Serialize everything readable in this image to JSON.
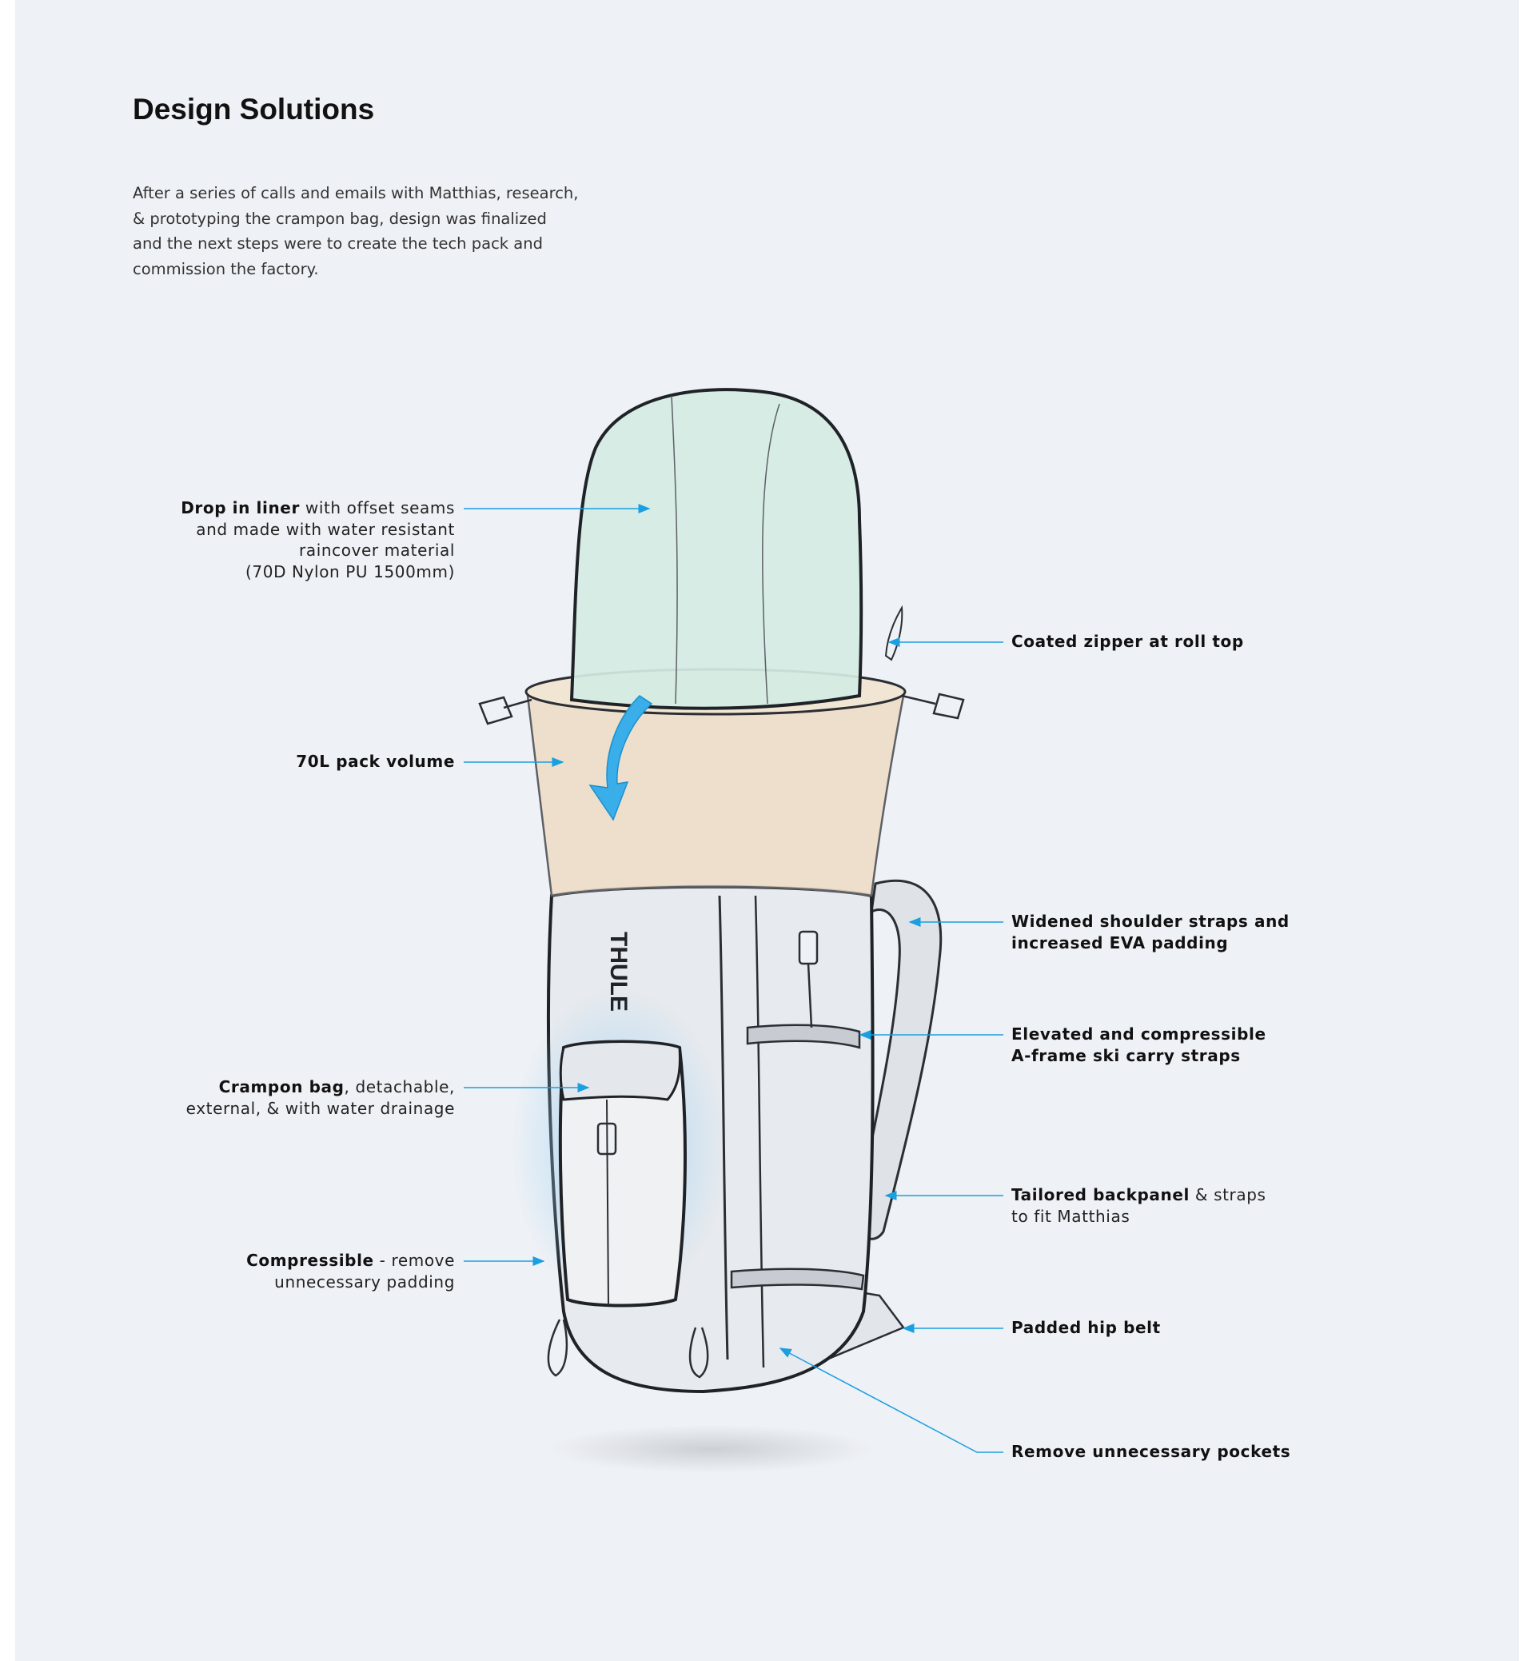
{
  "header": {
    "title": "Design Solutions",
    "intro_lines": [
      "After a series of calls and emails with Matthias, research,",
      "& prototyping the crampon bag, design was finalized",
      "and the next steps were to create the tech pack and",
      "commission the factory."
    ]
  },
  "sketch": {
    "brand_text": "THULE"
  },
  "callouts": {
    "liner": {
      "bold": "Drop in liner",
      "rest": " with offset seams",
      "line2": "and made with water resistant",
      "line3": "raincover material",
      "line4": "(70D Nylon PU 1500mm)"
    },
    "volume": {
      "bold": "70L pack volume"
    },
    "crampon": {
      "bold": "Crampon bag",
      "rest": ", detachable,",
      "line2": "external, & with water drainage"
    },
    "compressible": {
      "bold": "Compressible",
      "rest": " - remove",
      "line2": "unnecessary padding"
    },
    "zipper": {
      "bold": "Coated zipper at roll top"
    },
    "shoulder": {
      "bold": "Widened shoulder straps and",
      "bold2": "increased EVA padding"
    },
    "aframe": {
      "bold": "Elevated and compressible",
      "bold2": "A-frame ski carry straps"
    },
    "backpanel": {
      "bold": "Tailored backpanel",
      "rest": " & straps",
      "line2": "to fit Matthias"
    },
    "hipbelt": {
      "bold": "Padded hip belt"
    },
    "pockets": {
      "bold": "Remove unnecessary pockets"
    }
  },
  "colors": {
    "background": "#eef1f5",
    "leader_line": "#1a9fe0",
    "liner_fill": "#d4ebe3",
    "volume_fill": "#ecdcc4",
    "body_fill": "#e7eaee",
    "arrow_fill": "#3aaee8"
  }
}
